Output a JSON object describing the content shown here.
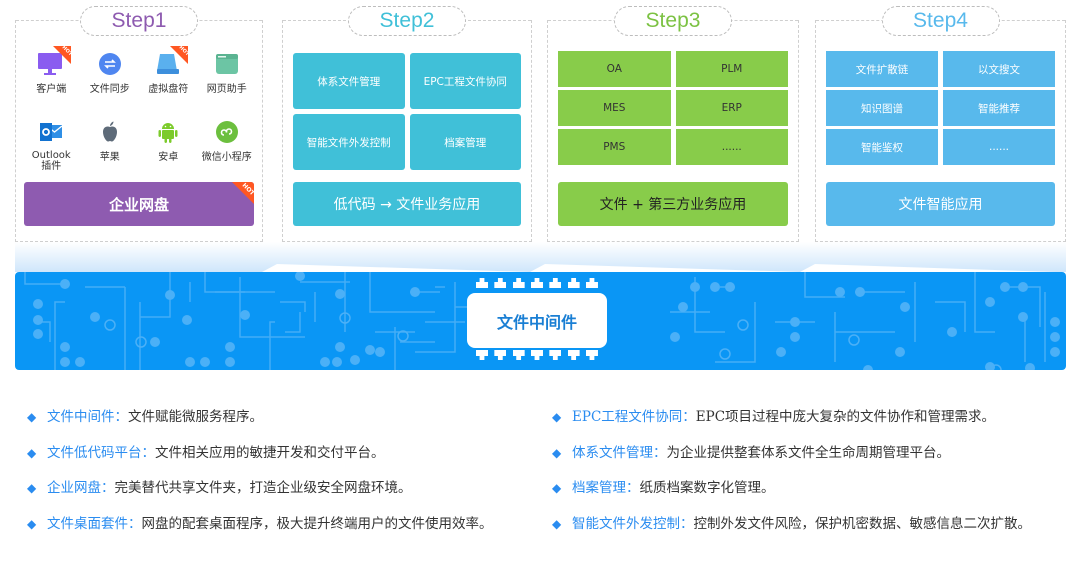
{
  "colors": {
    "step1": "#8e5bb0",
    "step2": "#40c0d8",
    "step3": "#88cc4a",
    "step4": "#58b9ec",
    "middleware_band": "#0a96f5",
    "term_accent": "#2a8cf0",
    "hot_badge": "#ff5722"
  },
  "steps": [
    {
      "title": "Step1",
      "title_color": "#8e5bb0",
      "items": [
        {
          "label": "客户端",
          "icon": "monitor-icon",
          "hot": true
        },
        {
          "label": "文件同步",
          "icon": "sync-icon",
          "hot": false
        },
        {
          "label": "虚拟盘符",
          "icon": "virtual-drive-icon",
          "hot": true
        },
        {
          "label": "网页助手",
          "icon": "browser-window-icon",
          "hot": false
        },
        {
          "label": "Outlook\n插件",
          "icon": "outlook-icon",
          "hot": false
        },
        {
          "label": "苹果",
          "icon": "apple-icon",
          "hot": false
        },
        {
          "label": "安卓",
          "icon": "android-icon",
          "hot": false
        },
        {
          "label": "微信小程序",
          "icon": "wechat-miniprogram-icon",
          "hot": false
        }
      ],
      "hot_label": "HOT",
      "bottom": "企业网盘"
    },
    {
      "title": "Step2",
      "title_color": "#40c0d8",
      "cells": [
        "体系文件管理",
        "EPC工程文件协同",
        "智能文件外发控制",
        "档案管理"
      ],
      "bottom": "低代码 → 文件业务应用"
    },
    {
      "title": "Step3",
      "title_color": "#7cc243",
      "cells": [
        "OA",
        "PLM",
        "MES",
        "ERP",
        "PMS",
        "......"
      ],
      "bottom": "文件 + 第三方业务应用"
    },
    {
      "title": "Step4",
      "title_color": "#58b9ec",
      "cells": [
        "文件扩散链",
        "以文搜文",
        "知识图谱",
        "智能推荐",
        "智能鉴权",
        "......"
      ],
      "bottom": "文件智能应用"
    }
  ],
  "middleware": {
    "label": "文件中间件"
  },
  "descriptions": {
    "left": [
      {
        "term": "文件中间件：",
        "text": "文件赋能微服务程序。"
      },
      {
        "term": "文件低代码平台：",
        "text": "文件相关应用的敏捷开发和交付平台。"
      },
      {
        "term": "企业网盘：",
        "text": "完美替代共享文件夹，打造企业级安全网盘环境。"
      },
      {
        "term": "文件桌面套件：",
        "text": "网盘的配套桌面程序，极大提升终端用户的文件使用效率。"
      }
    ],
    "right": [
      {
        "term": "EPC工程文件协同：",
        "text": "EPC项目过程中庞大复杂的文件协作和管理需求。"
      },
      {
        "term": "体系文件管理：",
        "text": "为企业提供整套体系文件全生命周期管理平台。"
      },
      {
        "term": "档案管理：",
        "text": "纸质档案数字化管理。"
      },
      {
        "term": "智能文件外发控制：",
        "text": "控制外发文件风险，保护机密数据、敏感信息二次扩散。"
      }
    ],
    "bullet": "◆"
  }
}
